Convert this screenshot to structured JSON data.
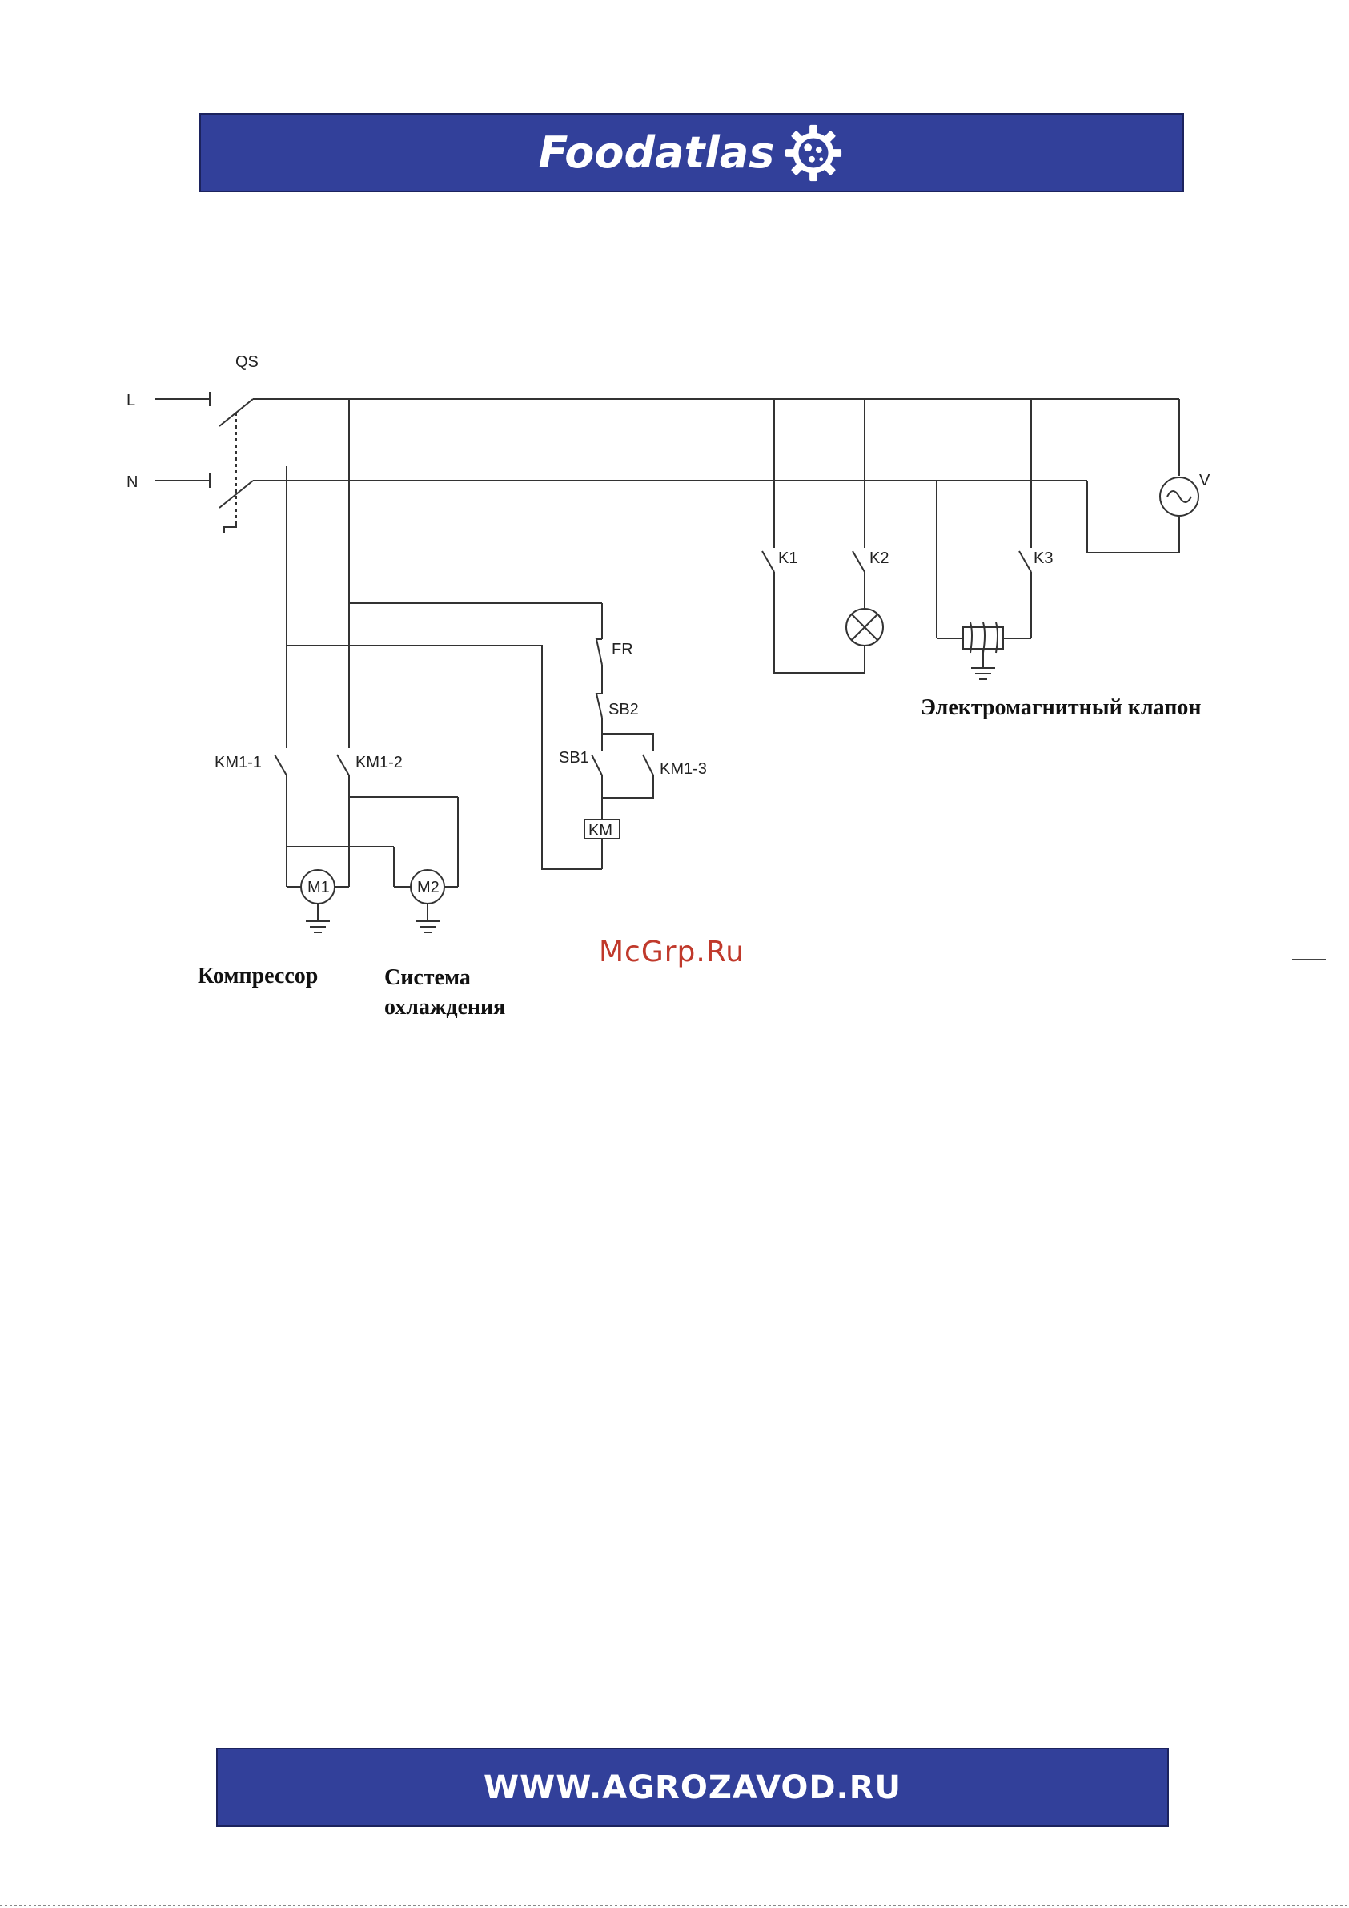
{
  "header": {
    "brand": "Foodatlas"
  },
  "footer": {
    "url": "WWW.AGROZAVOD.RU"
  },
  "watermark": "McGrp.Ru",
  "diagram": {
    "line_labels": {
      "l": "L",
      "n": "N"
    },
    "switch_qs": "QS",
    "contacts": {
      "k1": "K1",
      "k2": "K2",
      "k3": "K3",
      "km1_1": "KM1-1",
      "km1_2": "KM1-2",
      "km1_3": "KM1-3"
    },
    "buttons": {
      "fr": "FR",
      "sb1": "SB1",
      "sb2": "SB2"
    },
    "coil": "KM",
    "motors": {
      "m1": "M1",
      "m2": "M2"
    },
    "voltmeter": "V",
    "captions": {
      "compressor": "Компрессор",
      "cooling_line1": "Система",
      "cooling_line2": "охлаждения",
      "valve": "Электромагнитный клапон"
    }
  }
}
